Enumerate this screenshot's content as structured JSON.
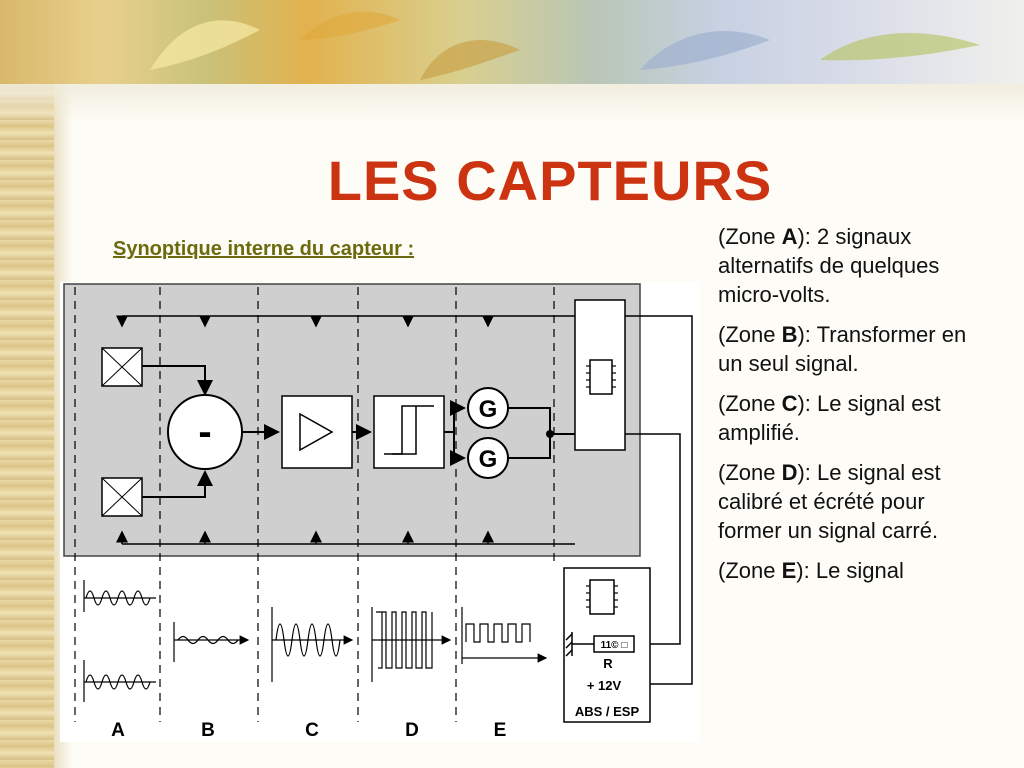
{
  "title": "LES CAPTEURS",
  "subtitle": "Synoptique interne du capteur :",
  "zones": [
    {
      "prefix": "(Zone ",
      "letter": "A",
      "text": "): 2 signaux alternatifs de quelques micro-volts."
    },
    {
      "prefix": "(Zone ",
      "letter": "B",
      "text": "): Transformer en un seul signal."
    },
    {
      "prefix": "(Zone ",
      "letter": "C",
      "text": "): Le signal est amplifié."
    },
    {
      "prefix": "(Zone ",
      "letter": "D",
      "text": "): Le signal est calibré et écrété pour former un signal carré."
    },
    {
      "prefix": "(Zone ",
      "letter": "E",
      "text": "): Le signal"
    }
  ],
  "diagram": {
    "minus_symbol": "-",
    "generator_label": "G",
    "resistor_value": "11© □",
    "resistor_label": "R",
    "supply_label": "+ 12V",
    "ecu_label": "ABS / ESP",
    "zone_letters": [
      "A",
      "B",
      "C",
      "D",
      "E"
    ]
  },
  "colors": {
    "title": "#cc3311",
    "subtitle": "#6b6b0e",
    "panel": "#cfcfcf"
  }
}
